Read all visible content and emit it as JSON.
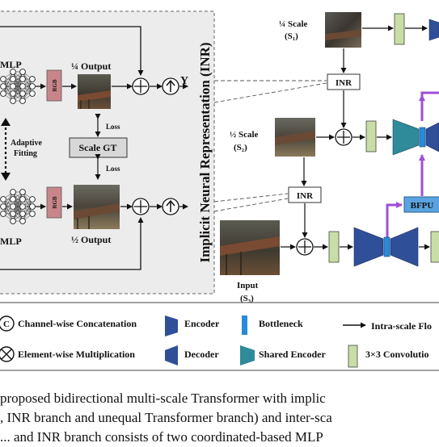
{
  "inr_panel": {
    "title": "Implicit Neural Representation (INR)",
    "mlp_top": "MLP",
    "mlp_bottom": "MLP",
    "adaptive_fitting": [
      "Adaptive",
      "Fitting"
    ],
    "rgb_top": "RGB",
    "rgb_bottom": "RGB",
    "quarter_output": "¼ Output",
    "half_output": "½ Output",
    "scale_gt": "Scale GT",
    "loss_top": "Loss",
    "loss_bottom": "Loss",
    "y_label": "Y"
  },
  "main_net": {
    "quarter_scale": [
      "¼ Scale",
      "(S₁)"
    ],
    "half_scale": [
      "½ Scale",
      "(S₂)"
    ],
    "input": [
      "Input",
      "(S₃)"
    ],
    "inr_upper": "INR",
    "inr_lower": "INR",
    "bfpu": "BFPU"
  },
  "legend": {
    "concat": "Channel-wise Concatenation",
    "multiply": "Element-wise Multiplication",
    "encoder": "Encoder",
    "decoder": "Decoder",
    "bottleneck": "Bottleneck",
    "shared_encoder": "Shared Encoder",
    "flow": "Intra-scale Flo",
    "conv": "3×3 Convolutio"
  },
  "caption": {
    "line1": "proposed bidirectional multi-scale Transformer with implic",
    "line2": ", INR branch and unequal Transformer branch) and inter-sca",
    "line3": "... and INR branch consists of two coordinated-based MLP"
  },
  "colors": {
    "panel_bg": "#ececec",
    "rgb_box": "#c9868a",
    "encoder": "#2f4f98",
    "bottleneck": "#2b8ad8",
    "shared_encoder": "#2f8a9a",
    "conv": "#c8dea6",
    "bfpu": "#5aa3e0",
    "purple_arrow": "#9d4fd6"
  },
  "icons": [
    "concat-icon",
    "multiply-icon",
    "upsample-icon",
    "arrow-icon"
  ]
}
